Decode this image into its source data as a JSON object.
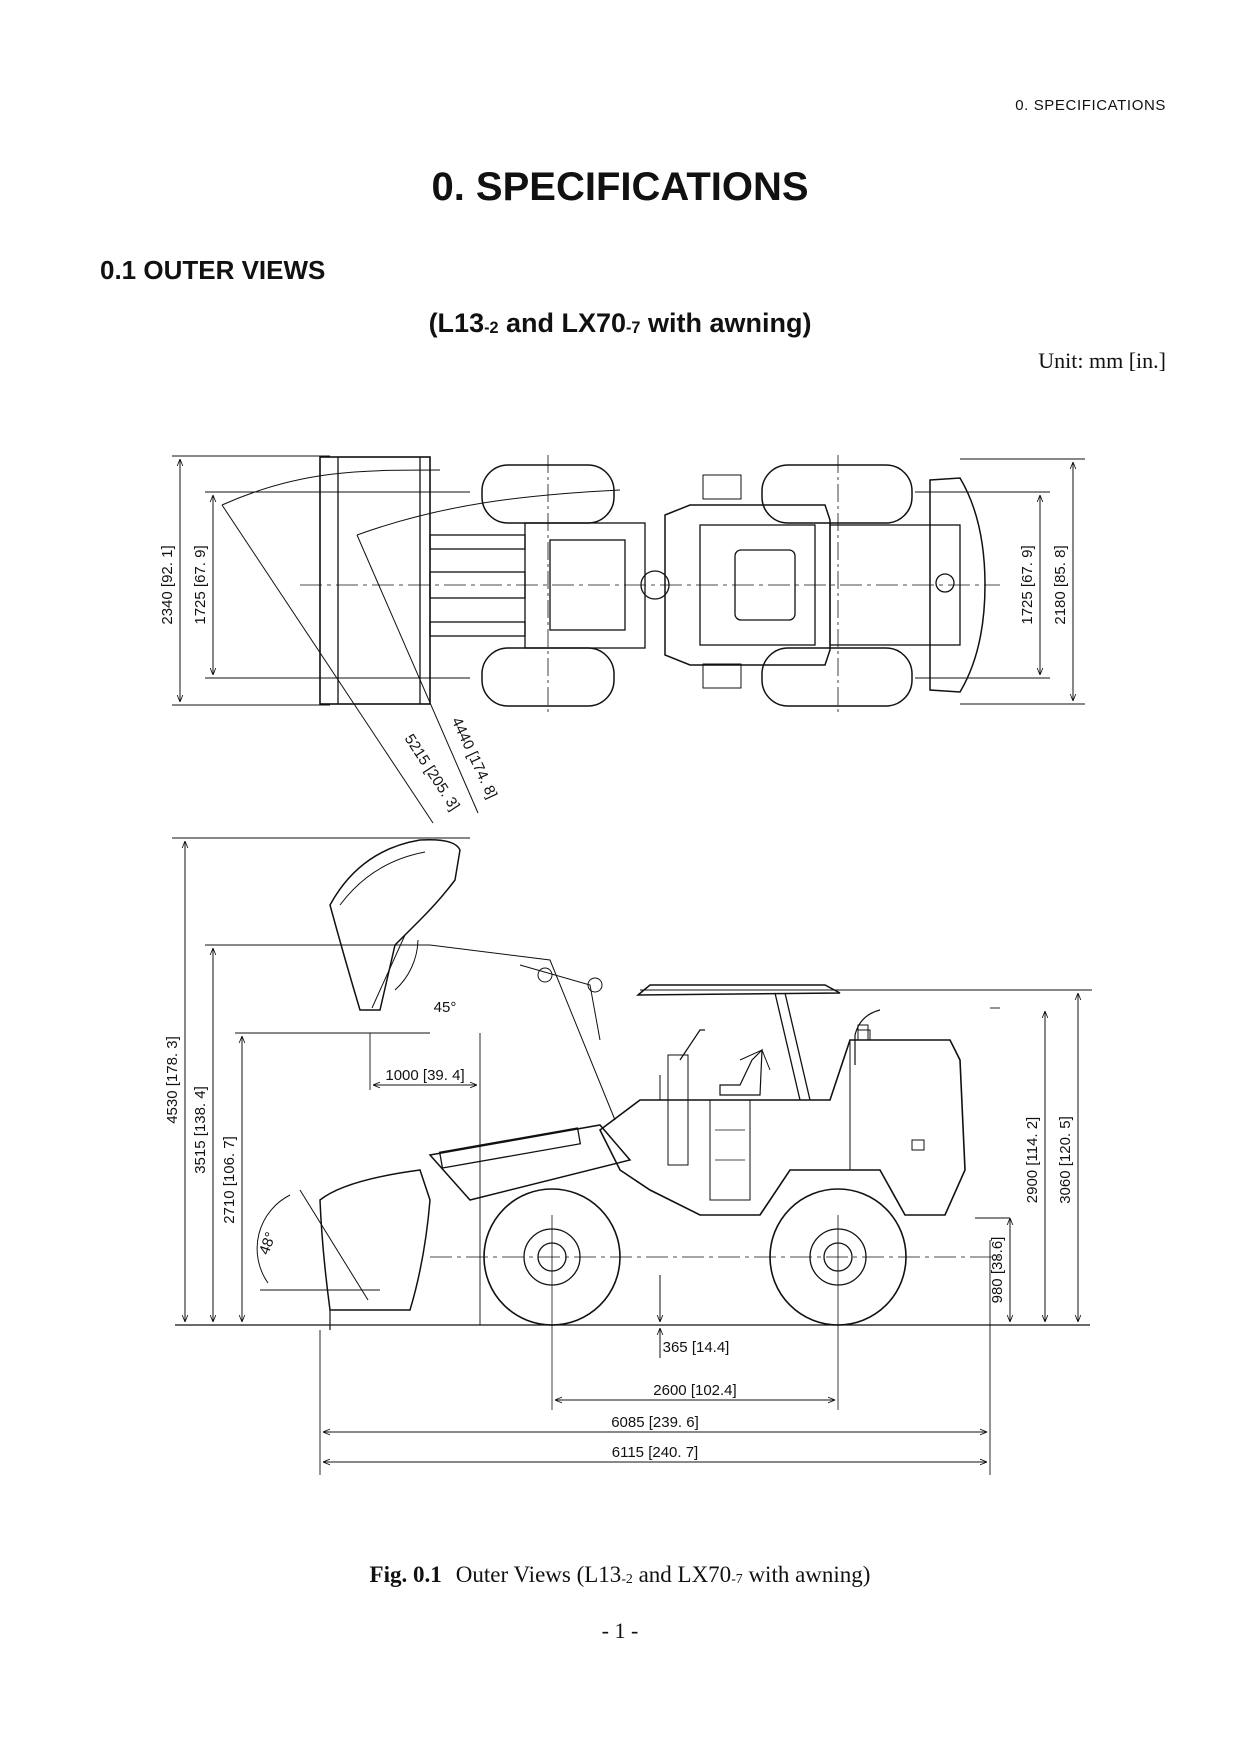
{
  "header": {
    "running_title": "0.  SPECIFICATIONS"
  },
  "title": "0.  SPECIFICATIONS",
  "section": {
    "title": "0.1  OUTER VIEWS"
  },
  "figure": {
    "subtitle_part1": "(L13",
    "subtitle_sub1": "-2",
    "subtitle_part2": " and LX70",
    "subtitle_sub2": "-7",
    "subtitle_part3": " with awning)",
    "unit_note": "Unit: mm [in.]",
    "top_view_dimensions": [
      "2340  [92. 1]",
      "1725  [67. 9]",
      "1725  [67. 9]",
      "2180  [85. 8]",
      "5215  [205. 3]",
      "4440  [174. 8]"
    ],
    "side_view_dimensions": [
      "4530  [178. 3]",
      "3515  [138. 4]",
      "2710  [106. 7]",
      "1000  [39. 4]",
      "45°",
      "48°",
      "2900  [114. 2]",
      "3060  [120. 5]",
      "980 [38.6]",
      "365 [14.4]",
      "2600 [102.4]",
      "6085  [239. 6]",
      "6115  [240. 7]"
    ]
  },
  "caption": {
    "label": "Fig. 0.1",
    "text_part1": "Outer Views (L13",
    "text_sub1": "-2",
    "text_part2": " and LX70",
    "text_sub2": "-7",
    "text_part3": " with awning)"
  },
  "page_number": "- 1 -"
}
